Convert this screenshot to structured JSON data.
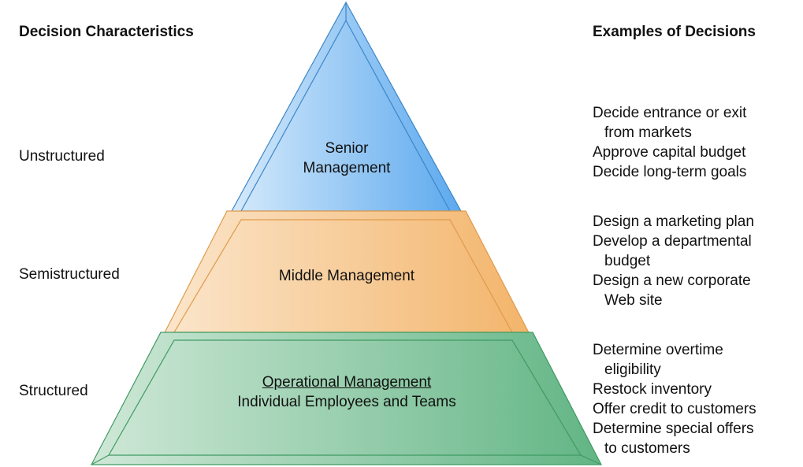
{
  "headers": {
    "left": "Decision Characteristics",
    "right": "Examples of Decisions"
  },
  "characteristics": [
    "Unstructured",
    "Semistructured",
    "Structured"
  ],
  "tiers": {
    "senior": {
      "line1": "Senior",
      "line2": "Management"
    },
    "middle": {
      "label": "Middle Management"
    },
    "operational": {
      "line1": "Operational Management",
      "line2": "Individual Employees and Teams"
    }
  },
  "examples": {
    "unstructured": [
      "Decide entrance or exit",
      "from markets",
      "Approve capital budget",
      "Decide long-term goals"
    ],
    "semistructured": [
      "Design a marketing plan",
      "Develop a departmental",
      "budget",
      "Design a new corporate",
      "Web site"
    ],
    "structured": [
      "Determine overtime",
      "eligibility",
      "Restock inventory",
      "Offer credit to customers",
      "Determine special offers",
      "to customers"
    ]
  },
  "colors": {
    "senior": "#5aaaf0",
    "middle": "#f5b870",
    "operational": "#6fbb8c"
  }
}
